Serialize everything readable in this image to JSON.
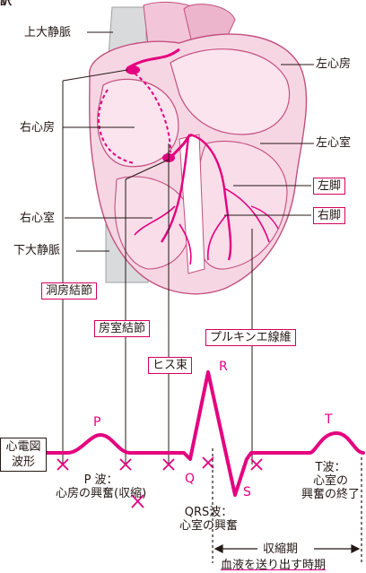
{
  "header_fragment": "訳",
  "anatomy": {
    "superior_vena_cava": "上大静脈",
    "left_atrium": "左心房",
    "right_atrium": "右心房",
    "left_ventricle": "左心室",
    "left_bundle": "左脚",
    "right_bundle": "右脚",
    "right_ventricle": "右心室",
    "inferior_vena_cava": "下大静脈"
  },
  "conduction": {
    "sinoatrial_node": "洞房結節",
    "av_node": "房室結節",
    "his_bundle": "ヒス束",
    "purkinje": "プルキンエ線維"
  },
  "ecg": {
    "label": "心電図\n波形",
    "waves": {
      "p": "P",
      "q": "Q",
      "r": "R",
      "s": "S",
      "t": "T"
    },
    "p_note": "P 波：\n心房の興奮(収縮)",
    "qrs_note": "QRS波：\n心室の興奮",
    "t_note": "T波：\n心室の\n興奮の終了",
    "systole": "収縮期",
    "systole_note": "血液を送り出す時期"
  },
  "colors": {
    "accent": "#e4007f",
    "heart_fill": "#f7d3e2",
    "vessel": "#c9cacb",
    "ink": "#231815"
  }
}
